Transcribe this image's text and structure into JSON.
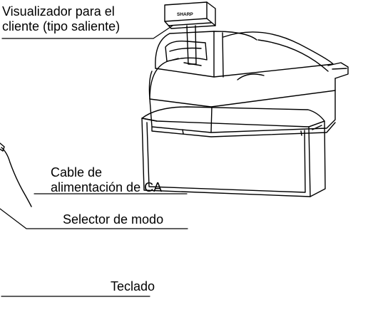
{
  "callouts": {
    "customer_display": {
      "line1": "Visualizador para el",
      "line2": "cliente (tipo saliente)"
    },
    "power_cable": {
      "line1": "Cable de",
      "line2": "alimentación de CA"
    },
    "mode_selector": {
      "text": "Selector de modo"
    },
    "keyboard": {
      "text": "Teclado"
    }
  },
  "device": {
    "brand_text": "SHARP"
  }
}
